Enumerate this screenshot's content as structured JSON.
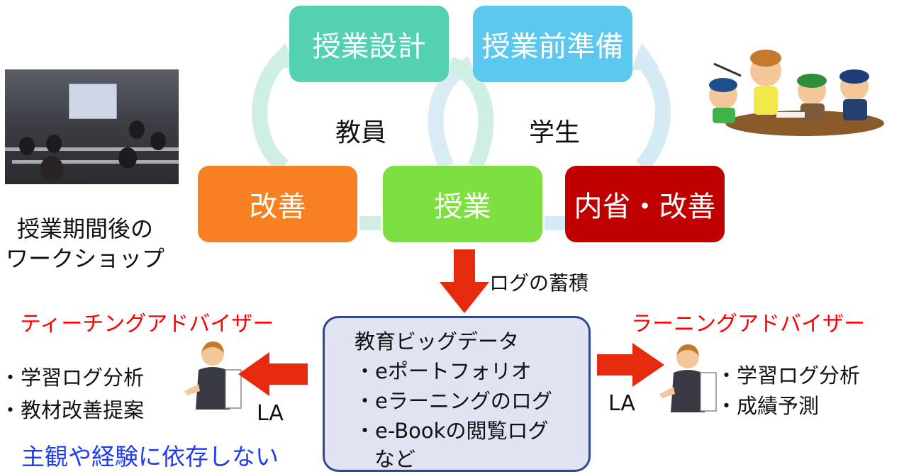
{
  "cycle": {
    "design": "授業設計",
    "prep": "授業前準備",
    "teacher": "教員",
    "student": "学生",
    "improve": "改善",
    "lesson": "授業",
    "reflect": "内省・改善"
  },
  "workshop": {
    "line1": "授業期間後の",
    "line2": "ワークショップ"
  },
  "log_label": "ログの蓄積",
  "bigdata": {
    "title": "教育ビッグデータ",
    "item1": "・eポートフォリオ",
    "item2": "・eラーニングのログ",
    "item3": "・e-Bookの閲覧ログ",
    "item4": "など"
  },
  "teaching_adviser": {
    "title": "ティーチングアドバイザー",
    "item1": "・学習ログ分析",
    "item2": "・教材改善提案",
    "la": "LA"
  },
  "learning_adviser": {
    "title": "ラーニングアドバイザー",
    "item1": "・学習ログ分析",
    "item2": "・成績予測",
    "la": "LA"
  },
  "slogan": "主観や経験に依存しない",
  "colors": {
    "design": "#54d1b0",
    "prep": "#5bc9ef",
    "improve": "#f78020",
    "lesson": "#7ee040",
    "reflect": "#c00000",
    "arrow_red": "#e52a0e",
    "red_text": "#ff0000",
    "blue_text": "#1f3cf2"
  }
}
